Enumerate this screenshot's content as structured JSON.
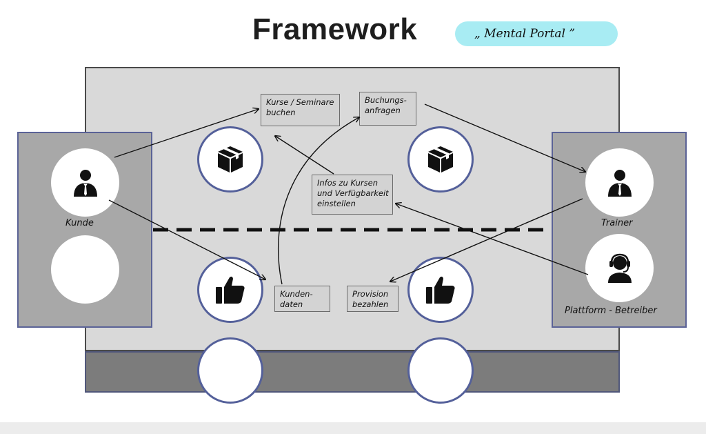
{
  "title": "Framework",
  "subtitle": "„ Mental Portal ”",
  "actors": {
    "customer": "Kunde",
    "trainer": "Trainer",
    "operator": "Plattform - Betreiber"
  },
  "boxes": {
    "courses": "Kurse / Seminare\nbuchen",
    "booking": "Buchungs-\nanfragen",
    "infos": "Infos zu Kursen\nund Verfügbarkeit\neinstellen",
    "customer_data": "Kunden-\ndaten",
    "commission": "Provision\nbezahlen"
  },
  "icons": {
    "customer": "businessman-icon",
    "trainer": "businessman-icon",
    "operator": "headset-user-icon",
    "product": "box-icon",
    "value": "thumbs-up-icon"
  },
  "colors": {
    "pill": "#a8ecf3",
    "board": "#d9d9d9",
    "side_panel": "#a8a8a8",
    "base_band": "#7c7c7c",
    "circle_border": "#54609a"
  }
}
